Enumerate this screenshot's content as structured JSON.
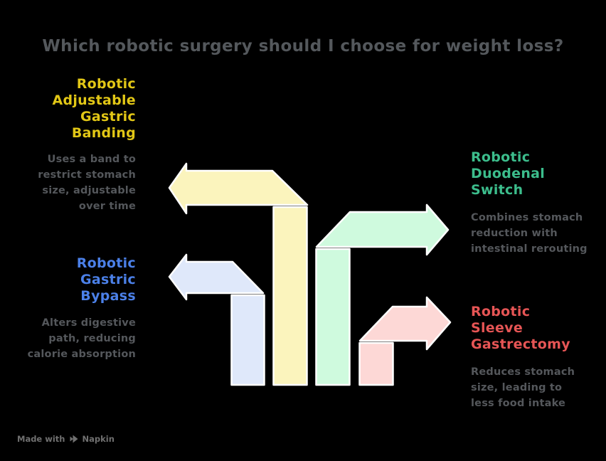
{
  "title": {
    "text": "Which robotic surgery should I choose for weight loss?",
    "color": "#54585C"
  },
  "sections": [
    {
      "id": "adjustable-gastric-banding",
      "label": "Robotic\nAdjustable\nGastric\nBanding",
      "label_color": "#E2C716",
      "description": "Uses a band to\nrestrict stomach\nsize, adjustable\nover time",
      "arrow_fill": "#FBF4BD",
      "arrow_direction": "left"
    },
    {
      "id": "duodenal-switch",
      "label": "Robotic\nDuodenal\nSwitch",
      "label_color": "#3CBD8C",
      "description": "Combines stomach\nreduction with\nintestinal rerouting",
      "arrow_fill": "#CFFADE",
      "arrow_direction": "right"
    },
    {
      "id": "gastric-bypass",
      "label": "Robotic\nGastric\nBypass",
      "label_color": "#4B80E8",
      "description": "Alters digestive\npath, reducing\ncalorie absorption",
      "arrow_fill": "#DFE8FA",
      "arrow_direction": "left"
    },
    {
      "id": "sleeve-gastrectomy",
      "label": "Robotic\nSleeve\nGastrectomy",
      "label_color": "#E65555",
      "description": "Reduces stomach\nsize, leading to\nless food intake",
      "arrow_fill": "#FDD8D6",
      "arrow_direction": "right"
    }
  ],
  "watermark": {
    "prefix": "Made with",
    "brand": "Napkin",
    "color": "#707070"
  },
  "colors": {
    "background": "#000000",
    "description_text": "#54575B",
    "arrow_stroke": "#FFFFFF"
  }
}
